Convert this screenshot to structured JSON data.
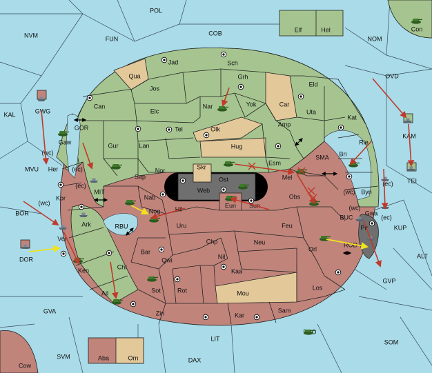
{
  "colors": {
    "sea": "#a9dbe8",
    "green": "#a5c48f",
    "red": "#c0847b",
    "tan": "#e3c89a",
    "dark": "#6f6f6f",
    "black": "#000000",
    "neutral": "#ffffff"
  },
  "icons": {
    "army": "tank-icon",
    "fleet": "ship-icon",
    "supply": "supply-center-icon",
    "move": "red-arrow-icon",
    "support": "yellow-arrow-icon",
    "convoy_link": "double-arrow-icon"
  },
  "sea_labels": {
    "pol": "POL",
    "nvm": "NVM",
    "fun": "FUN",
    "cob": "COB",
    "nom": "NOM",
    "ovd": "OVD",
    "kal": "KAL",
    "gor": "GOR",
    "mvu": "MVU",
    "mit": "MIT",
    "bor": "BOR",
    "rbu": "RBU",
    "sma": "SMA",
    "kup": "KUP",
    "buc": "BUC",
    "rod": "ROD",
    "alt": "ALT",
    "dor": "DOR",
    "gvp": "GVP",
    "gva": "GVA",
    "fro": "FRO",
    "lit": "LIT",
    "som": "SOM",
    "svm": "SVM",
    "dax": "DAX"
  },
  "land_labels": {
    "jad": "Jad",
    "sch": "Sch",
    "qua": "Qua",
    "jos": "Jos",
    "grh": "Grh",
    "can": "Can",
    "nar": "Nar",
    "yok": "Yok",
    "car": "Car",
    "eld": "Eld",
    "elc": "Elc",
    "olk": "Olk",
    "amp": "Amp",
    "uta": "Uta",
    "kat": "Kat",
    "tel": "Tel",
    "gur": "Gur",
    "lan": "Lan",
    "hug": "Hug",
    "rie": "Rie",
    "bri": "Bri",
    "esm": "Esm",
    "gaw": "Gaw",
    "her": "Her",
    "nor": "Nor",
    "skr": "Skr",
    "ost": "Ost",
    "web": "Web",
    "sap": "Sap",
    "mel": "Mel",
    "byn": "Byn",
    "nab": "Nab",
    "eun": "Eun",
    "sun": "Sun",
    "obs": "Obs",
    "kor": "Kor",
    "nog": "Nog",
    "hil": "Hil",
    "gwa": "Gwa",
    "ark": "Ark",
    "uru": "Uru",
    "feu": "Feu",
    "pir": "Pir",
    "ver": "Ver",
    "chp": "Chp",
    "neu": "Neu",
    "bar": "Bar",
    "nil": "Nil",
    "orl": "Orl",
    "qwi": "Qwi",
    "ken": "Ken",
    "chr": "Chr",
    "kaa": "Kaa",
    "sot": "Sot",
    "rot": "Rot",
    "mou": "Mou",
    "los": "Los",
    "ail": "Ail",
    "zin": "Zin",
    "kar": "Kar",
    "sam": "Sam",
    "elf": "Elf",
    "hel": "Hel",
    "con": "Con",
    "gwg": "GWG",
    "kam": "KAM",
    "tei": "TEI",
    "aba": "Aba",
    "orn": "Orn",
    "cow": "Cow"
  },
  "coast_tags": {
    "her_wc": "(wc)",
    "her_ec": "(ec)",
    "kor_ec": "(ec)",
    "kor_wc": "(wc)",
    "byn_wc": "(wc)",
    "byn_ec": "(ec)",
    "gwa_wc": "(wc)",
    "gwa_ec": "(ec)"
  }
}
